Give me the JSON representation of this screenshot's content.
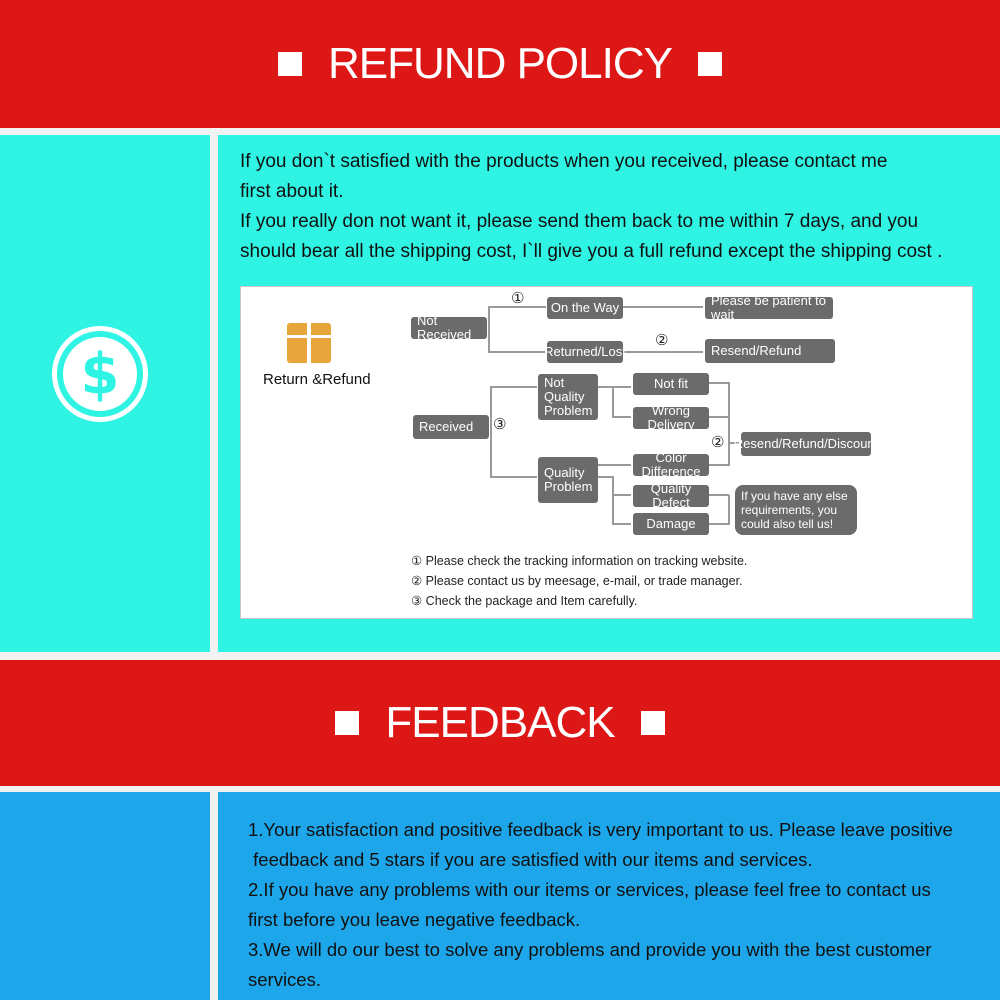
{
  "refund": {
    "title": "REFUND POLICY",
    "lines": [
      "If you don`t satisfied with the products when you received, please contact me",
      "first about it.",
      "If you really don not want it, please send them back to me within 7 days, and you",
      "should bear all the shipping cost, I`ll give you a full refund except the shipping cost ."
    ],
    "dollar_symbol": "$"
  },
  "flowchart": {
    "label": "Return &Refund",
    "not_received": "Not Received",
    "on_the_way": "On the Way",
    "returned_lost": "Returned/Lost",
    "patient": "Please be patient to wait",
    "resend_refund": "Resend/Refund",
    "received": "Received",
    "not_quality": "Not Quality Problem",
    "quality": "Quality Problem",
    "not_fit": "Not fit",
    "wrong_delivery": "Wrong Delivery",
    "color_difference": "Color Difference",
    "quality_defect": "Quality Defect",
    "damage": "Damage",
    "resend_refund_discount": "Resend/Refund/Discount",
    "other_requirements": "If you have any else requirements, you could also tell us!",
    "mark1": "①",
    "mark2": "②",
    "mark3": "③",
    "notes": [
      "① Please check the tracking information on tracking website.",
      "② Please contact us by meesage, e-mail, or trade manager.",
      "③ Check the package and Item carefully."
    ]
  },
  "feedback": {
    "title": "FEEDBACK",
    "lines": [
      "1.Your satisfaction and positive feedback is very important to us. Please leave positive",
      " feedback and 5 stars if you are satisfied with our items and services.",
      "2.If you have any problems with our items or services, please feel free to contact us",
      "first before you leave negative feedback.",
      "3.We will do our best to solve any problems and provide you with the best customer",
      "services."
    ]
  },
  "colors": {
    "banner": "#dd1716",
    "cyan": "#2ff4e3",
    "blue": "#1ea6ea",
    "box": "#6b6b6b"
  }
}
